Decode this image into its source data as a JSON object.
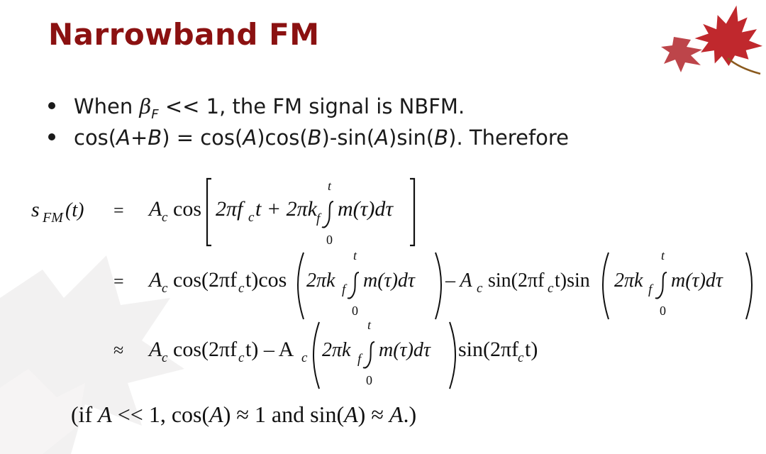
{
  "slide": {
    "title": "Narrowband FM",
    "bullets": [
      {
        "pre": "When ",
        "beta": "β",
        "sub": "F",
        "post": " << 1, the FM signal is NBFM."
      },
      {
        "t1": "cos(",
        "a": "A",
        "t2": "+",
        "b": "B",
        "t3": ") = cos(",
        "a2": "A",
        "t4": ")cos(",
        "b2": "B",
        "t5": ")-sin(",
        "a3": "A",
        "t6": ")sin(",
        "b3": "B",
        "t7": ").  Therefore"
      }
    ],
    "equation": {
      "lhs": "s",
      "lhs_sub": "FM",
      "lhs_arg": "(t)",
      "rel1": "=",
      "rel2": "=",
      "rel3": "≈",
      "line1": {
        "ac": "A",
        "ac_sub": "c",
        "cos": "cos",
        "arg_a": "2πf",
        "arg_a_sub": "c",
        "arg_b": "t + 2πk",
        "kf_sub": "f",
        "int_upper": "t",
        "int_lower": "0",
        "integrand": "m(τ)dτ"
      },
      "line2": {
        "part1": "cos(2πf",
        "part1_sub": "c",
        "part1_b": "t)cos",
        "inner": "2πk",
        "inner_sub": "f",
        "int_upper": "t",
        "int_lower": "0",
        "integrand": "m(τ)dτ",
        "minus": "– A",
        "minus_sub": "c",
        "part2": "sin(2πf",
        "part2_sub": "c",
        "part2_b": "t)sin",
        "inner2": "2πk",
        "inner2_sub": "f",
        "int_upper2": "t",
        "int_lower2": "0",
        "integrand2": "m(τ)dτ"
      },
      "line3": {
        "part1": "cos(2πf",
        "part1_sub": "c",
        "part1_b": "t) – A",
        "ac2_sub": "c",
        "inner": "2πk",
        "inner_sub": "f",
        "int_upper": "t",
        "int_lower": "0",
        "integrand": "m(τ)dτ",
        "tail": "sin(2πf",
        "tail_sub": "c",
        "tail_b": "t)"
      }
    },
    "note": {
      "pre": "(if ",
      "a1": "A",
      "mid1": " << 1, cos(",
      "a2": "A",
      "mid2": ") ≈ 1 and sin(",
      "a3": "A",
      "mid3": ") ≈ ",
      "a4": "A",
      "end": ".)"
    },
    "colors": {
      "title": "#8b1111",
      "leaf": "#c0282d"
    }
  }
}
